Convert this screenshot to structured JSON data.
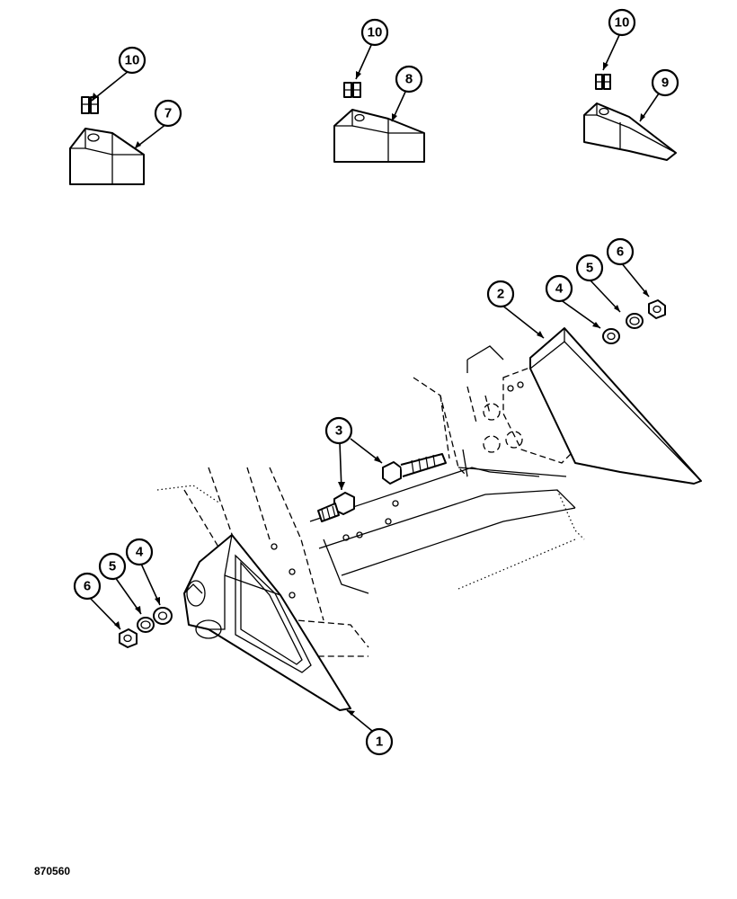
{
  "figure_number": "870560",
  "callouts": {
    "c1": "1",
    "c2": "2",
    "c3": "3",
    "c4a": "4",
    "c4b": "4",
    "c5a": "5",
    "c5b": "5",
    "c6a": "6",
    "c6b": "6",
    "c7": "7",
    "c8": "8",
    "c9": "9",
    "c10a": "10",
    "c10b": "10",
    "c10c": "10"
  }
}
